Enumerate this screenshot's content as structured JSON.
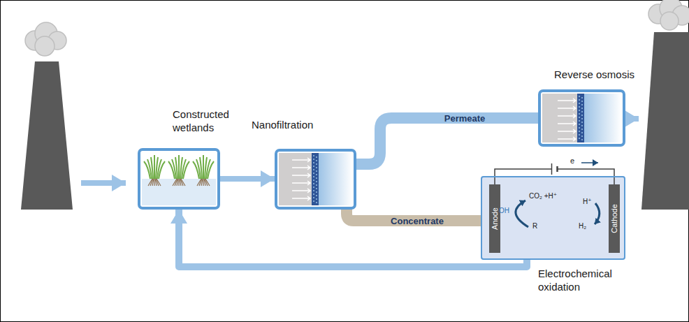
{
  "diagram": {
    "nodes": [
      {
        "text": [
          "Constructed wetlands"
        ]
      },
      {
        "text": [
          "Nanofiltration"
        ]
      },
      {
        "text": [
          "Reverse osmosis"
        ]
      },
      {
        "text": [
          "Electrochemical oxidation"
        ]
      },
      {
        "text": [
          "Anode"
        ],
        "in": 3
      },
      {
        "text": [
          "Cathode"
        ],
        "in": 3
      }
    ],
    "edges": [
      {
        "from": 0,
        "to": 1,
        "arrow": "to"
      },
      {
        "from": 1,
        "to": 2,
        "label": "Permeate",
        "arrow": "none"
      },
      {
        "from": 1,
        "to": 3,
        "label": "Concentrate",
        "arrow": "none"
      },
      {
        "from": 3,
        "to": 0,
        "arrow": "to"
      },
      {
        "from": 4,
        "to": 5,
        "arrow": "none"
      }
    ],
    "labels": [
      "e",
      "OH",
      "CO₂ +H⁺",
      "R",
      "H⁺",
      "H₂"
    ]
  }
}
